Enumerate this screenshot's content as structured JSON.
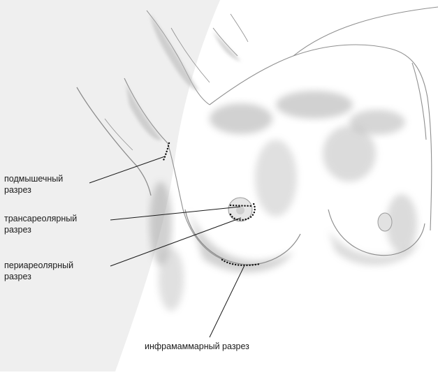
{
  "labels": {
    "axillary": [
      "подмышечный",
      "разрез"
    ],
    "transareolar": [
      "трансареолярный",
      "разрез"
    ],
    "periareolar": [
      "периареолярный",
      "разрез"
    ],
    "inframammary": [
      "инфрамаммарный разрез"
    ]
  },
  "colors": {
    "left_panel": "#efefef",
    "ink": "#1a1a1a",
    "sketch_shadow": "#9a9a9a",
    "incision_dots": "#111111"
  }
}
